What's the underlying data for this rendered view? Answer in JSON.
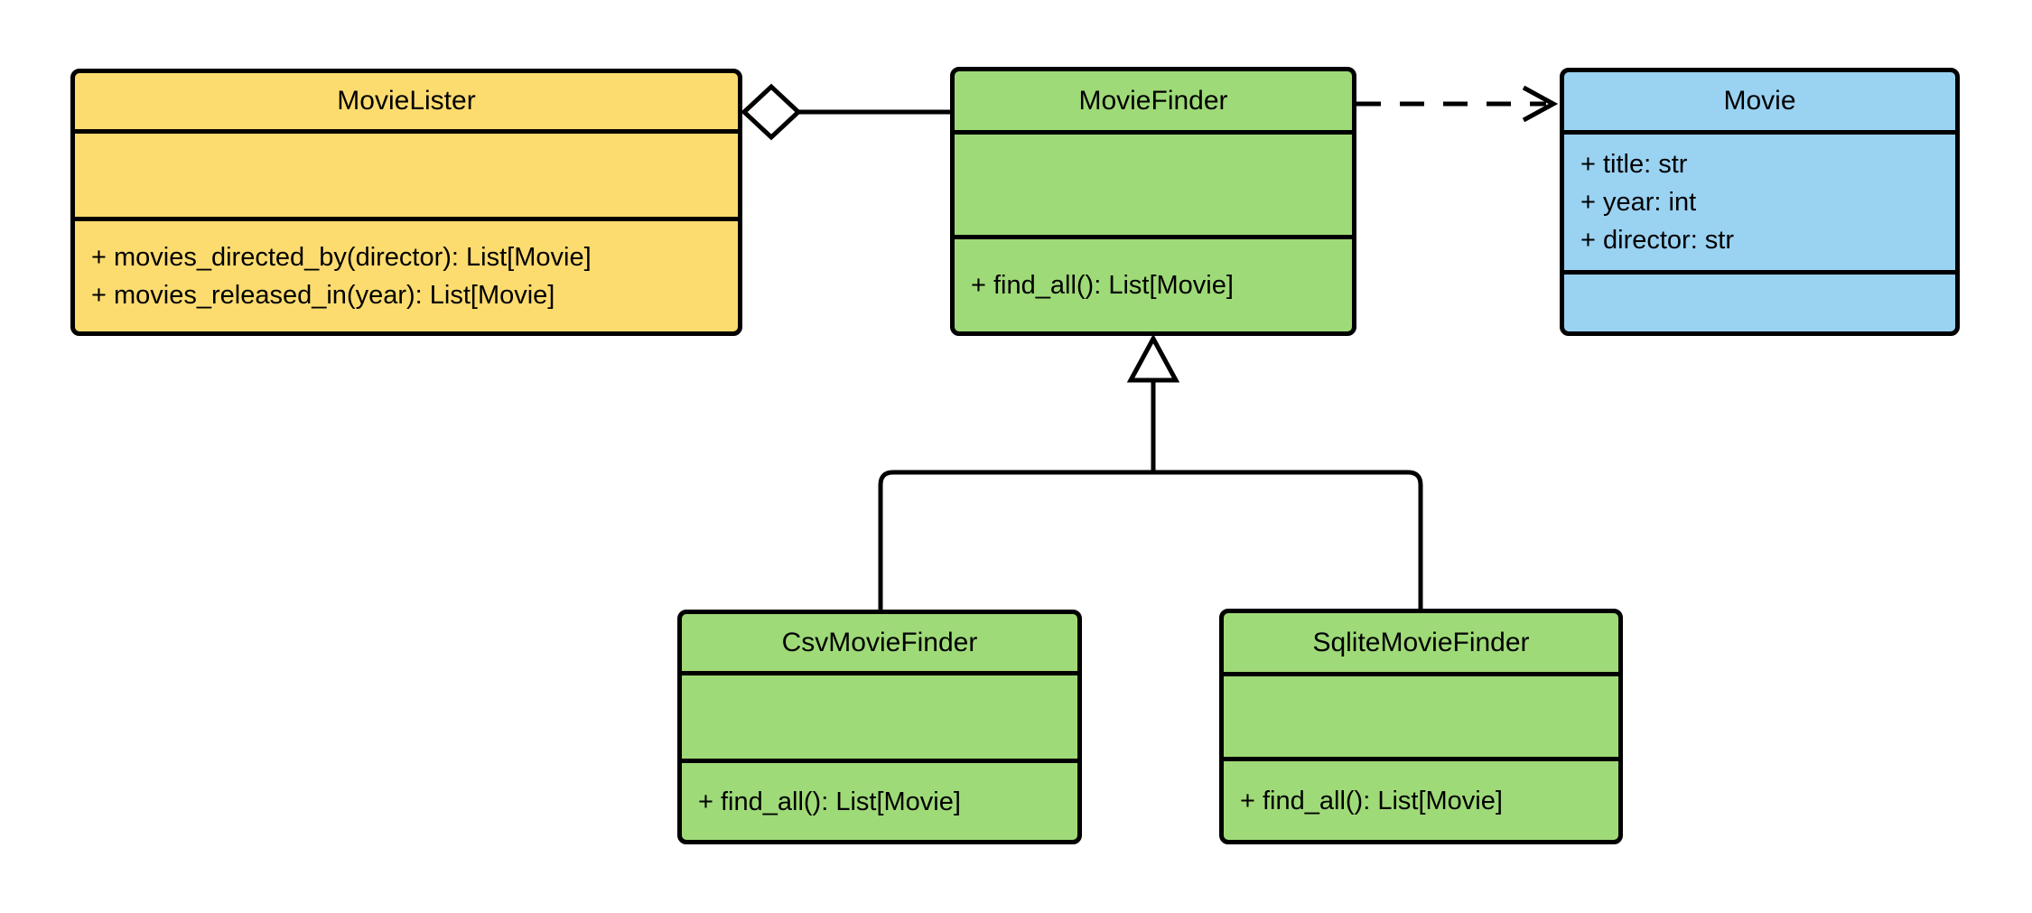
{
  "uml": {
    "diagram_type": "uml-class-diagram",
    "classes": {
      "movie_lister": {
        "name": "MovieLister",
        "attributes": [],
        "methods": [
          "+ movies_directed_by(director): List[Movie]",
          "+ movies_released_in(year): List[Movie]"
        ]
      },
      "movie_finder": {
        "name": "MovieFinder",
        "attributes": [],
        "methods": [
          "+ find_all(): List[Movie]"
        ]
      },
      "movie": {
        "name": "Movie",
        "attributes": [
          "+ title: str",
          "+ year: int",
          "+ director: str"
        ],
        "methods": []
      },
      "csv_movie_finder": {
        "name": "CsvMovieFinder",
        "attributes": [],
        "methods": [
          "+ find_all(): List[Movie]"
        ]
      },
      "sqlite_movie_finder": {
        "name": "SqliteMovieFinder",
        "attributes": [],
        "methods": [
          "+ find_all(): List[Movie]"
        ]
      }
    },
    "relationships": [
      {
        "type": "aggregation",
        "from": "MovieLister",
        "to": "MovieFinder"
      },
      {
        "type": "dependency",
        "from": "MovieFinder",
        "to": "Movie"
      },
      {
        "type": "inheritance",
        "child": "CsvMovieFinder",
        "parent": "MovieFinder"
      },
      {
        "type": "inheritance",
        "child": "SqliteMovieFinder",
        "parent": "MovieFinder"
      }
    ],
    "colors": {
      "lister_fill": "#FDDC6F",
      "finder_fill": "#9FDA78",
      "movie_fill": "#9AD2F2",
      "stroke": "#000000",
      "background": "#FFFFFF"
    }
  }
}
